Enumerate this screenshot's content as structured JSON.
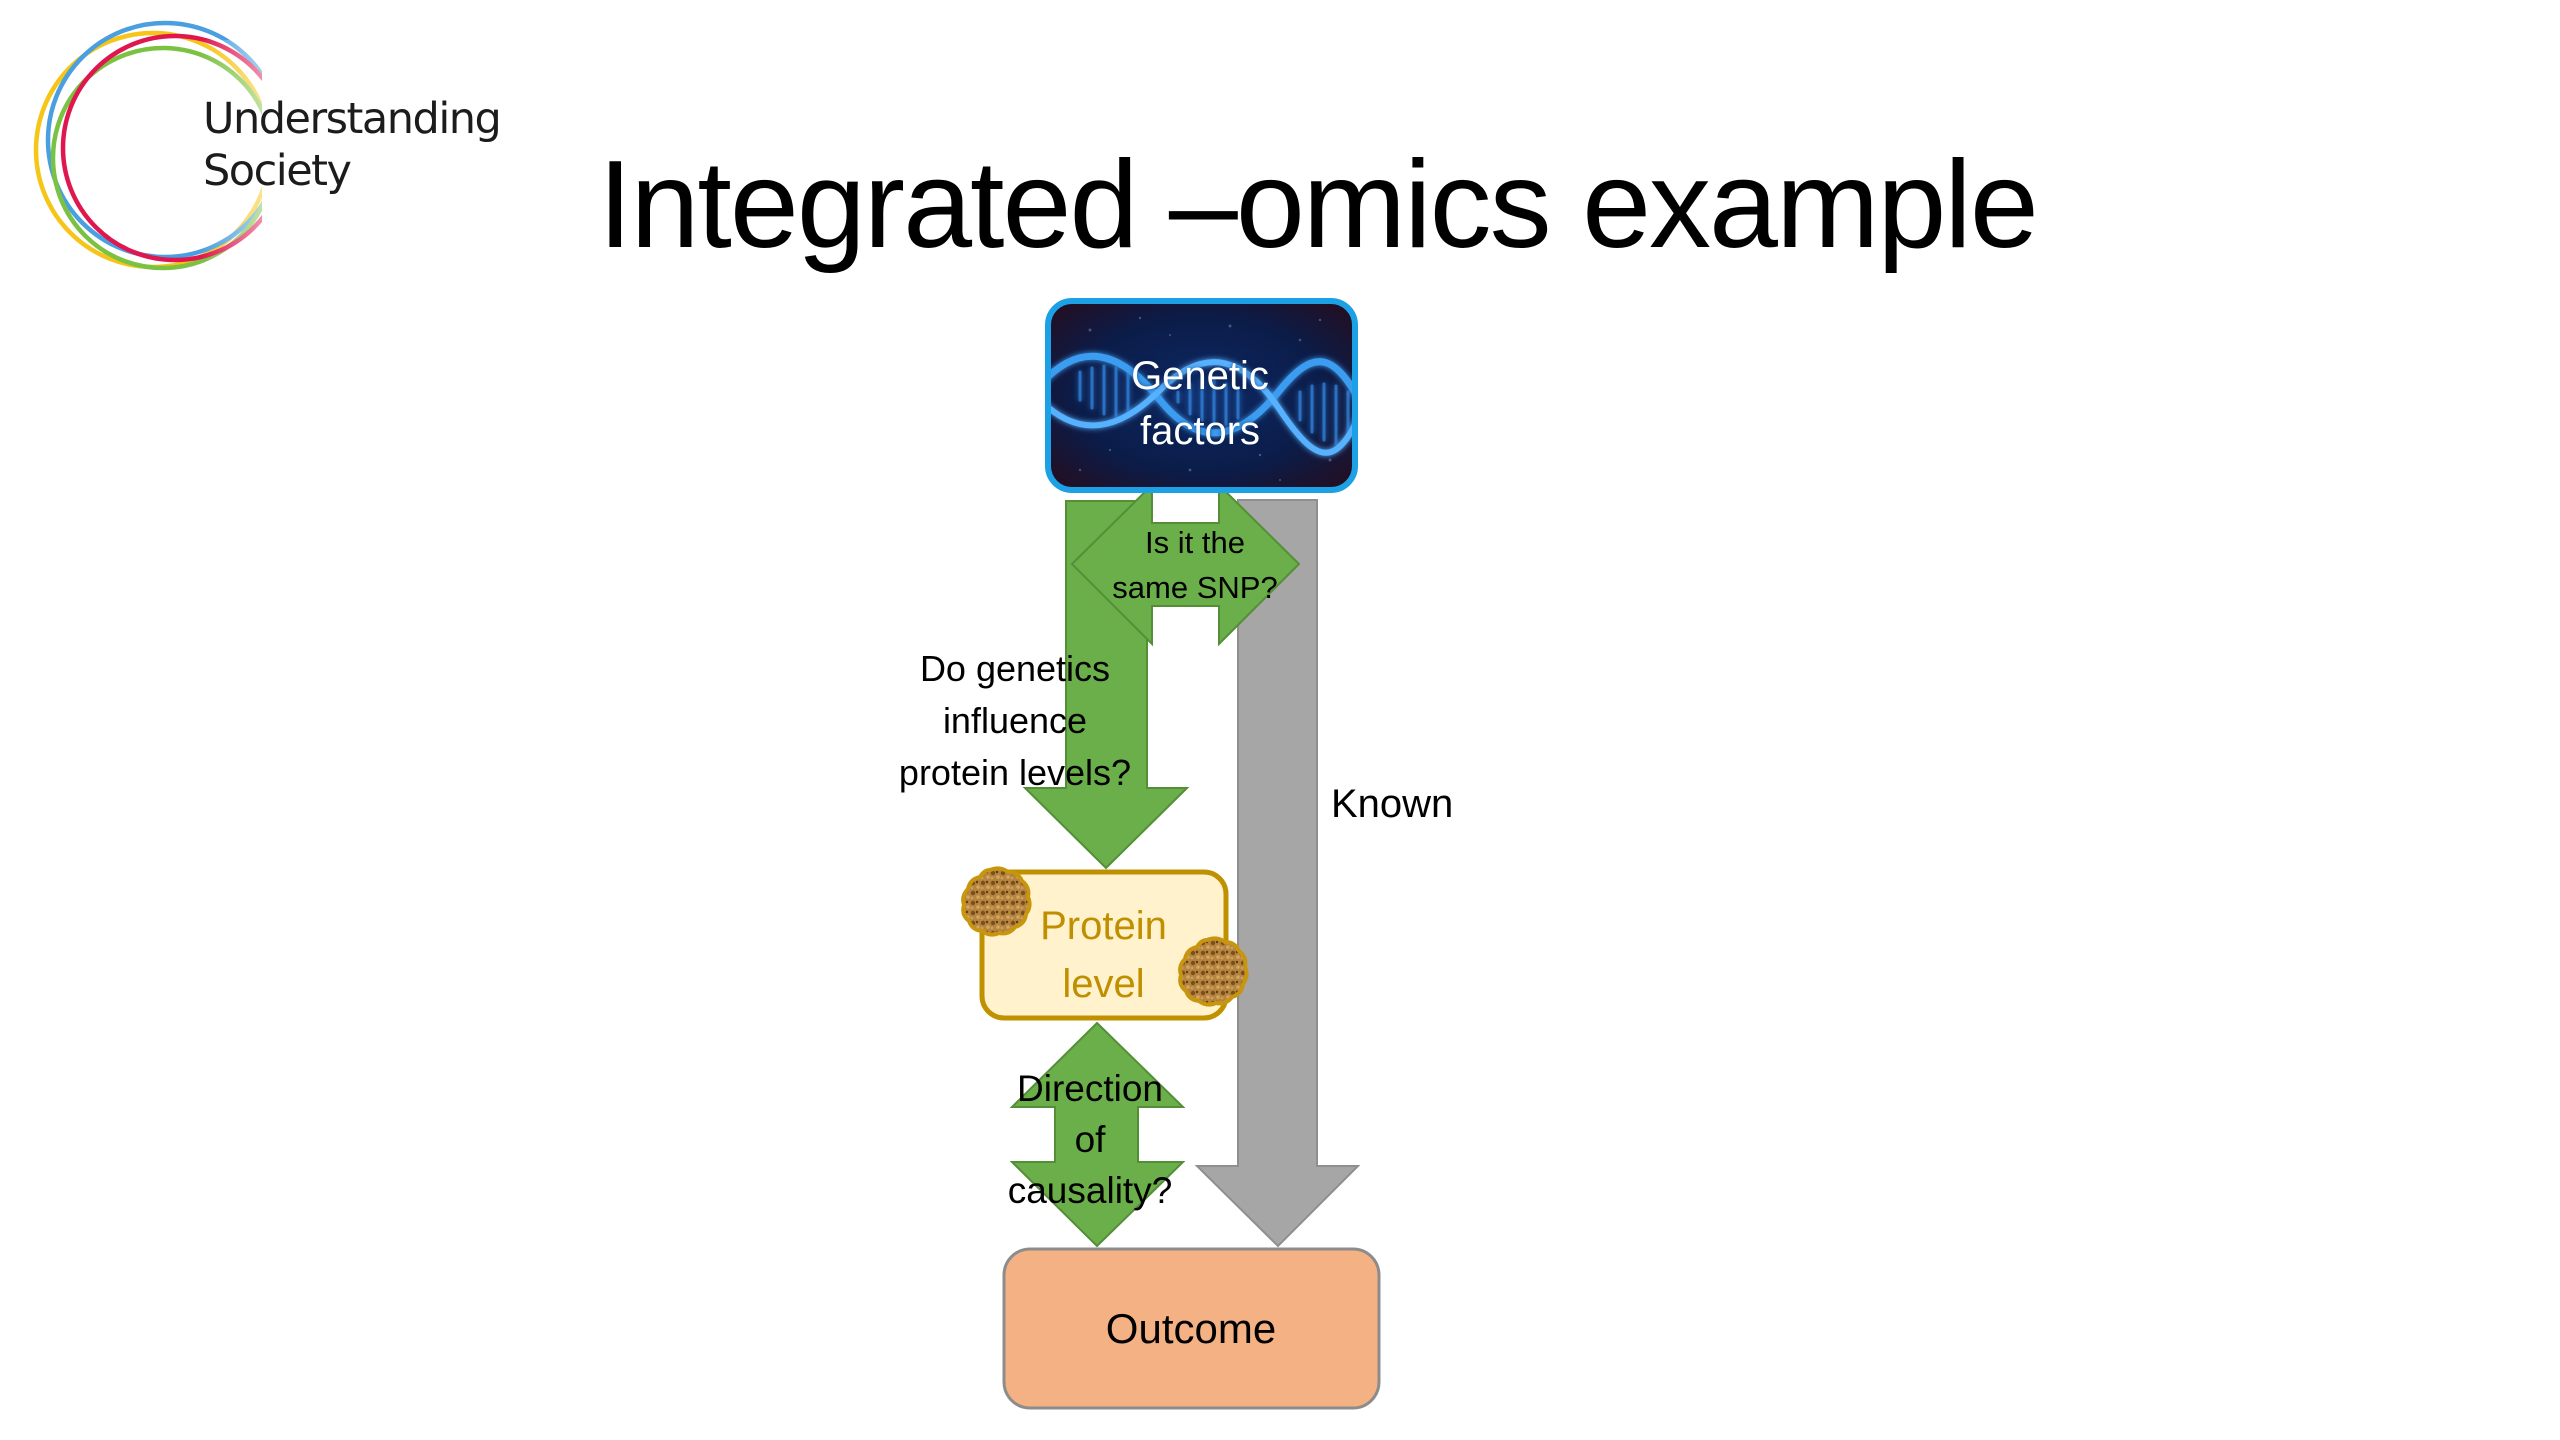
{
  "logo": {
    "name_line1": "Understanding",
    "name_line2": "Society",
    "ring_colors": [
      "#f5c518",
      "#4a9fe0",
      "#7cc242",
      "#e0174f"
    ]
  },
  "slide": {
    "title": "Integrated –omics example"
  },
  "diagram": {
    "nodes": {
      "genetic": {
        "label": "Genetic factors",
        "line1": "Genetic",
        "line2": "factors",
        "border_color": "#1ca0e6",
        "text_color": "#ffffff"
      },
      "protein": {
        "label": "Protein level",
        "line1": "Protein",
        "line2": "level",
        "fill_color": "#fff2cc",
        "border_color": "#bf9000",
        "text_color": "#bf8f00"
      },
      "outcome": {
        "label": "Outcome",
        "fill_color": "#f4b183",
        "border_color": "#8c8c8c"
      }
    },
    "edges": {
      "snp": {
        "line1": "Is it the",
        "line2": "same SNP?",
        "type": "bidirectional-horizontal",
        "color": "#6aaf4a"
      },
      "influence": {
        "line1": "Do genetics",
        "line2": "influence",
        "line3": "protein levels?",
        "from": "Genetic factors",
        "to": "Protein level",
        "color": "#6aaf4a"
      },
      "known": {
        "label": "Known",
        "from": "Genetic factors",
        "to": "Outcome",
        "color": "#a6a6a6"
      },
      "causality": {
        "line1": "Direction",
        "line2": "of",
        "line3": "causality?",
        "between": [
          "Protein level",
          "Outcome"
        ],
        "type": "bidirectional-vertical",
        "color": "#6aaf4a"
      }
    }
  }
}
